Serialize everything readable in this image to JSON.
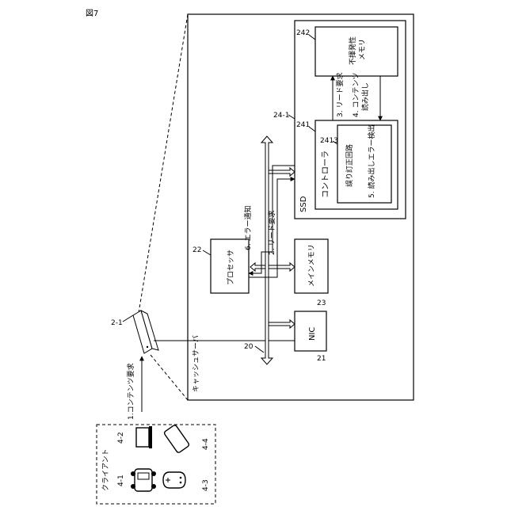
{
  "figure": {
    "title": "図7"
  },
  "server": {
    "label": "キャッシュサーバ",
    "ref": "2-1"
  },
  "bus": {
    "ref": "20"
  },
  "nic": {
    "label": "NIC",
    "ref": "21"
  },
  "processor": {
    "label": "プロセッサ",
    "ref": "22"
  },
  "main_memory": {
    "label": "メインメモリ",
    "ref": "23"
  },
  "ssd": {
    "label": "SSD",
    "ref": "24-1",
    "controller": {
      "label": "コントローラ",
      "ref": "241"
    },
    "ecc": {
      "label": "誤り訂正回路",
      "ref": "2413"
    },
    "nvm": {
      "label_line1": "不揮発性",
      "label_line2": "メモリ",
      "ref": "242"
    }
  },
  "steps": {
    "s1": "1.コンテンツ要求",
    "s2": "2. リード要求",
    "s3": "3. リード要求",
    "s4_line1": "4. コンテンツ",
    "s4_line2": "読み出し",
    "s5": "5. 読み出しエラー検出",
    "s6": "6. エラー通知"
  },
  "clients": {
    "label": "クライアント",
    "items": [
      {
        "ref": "4-1",
        "icon": "car-icon"
      },
      {
        "ref": "4-2",
        "icon": "laptop-icon"
      },
      {
        "ref": "4-3",
        "icon": "gamepad-icon"
      },
      {
        "ref": "4-4",
        "icon": "smartphone-icon"
      }
    ]
  }
}
